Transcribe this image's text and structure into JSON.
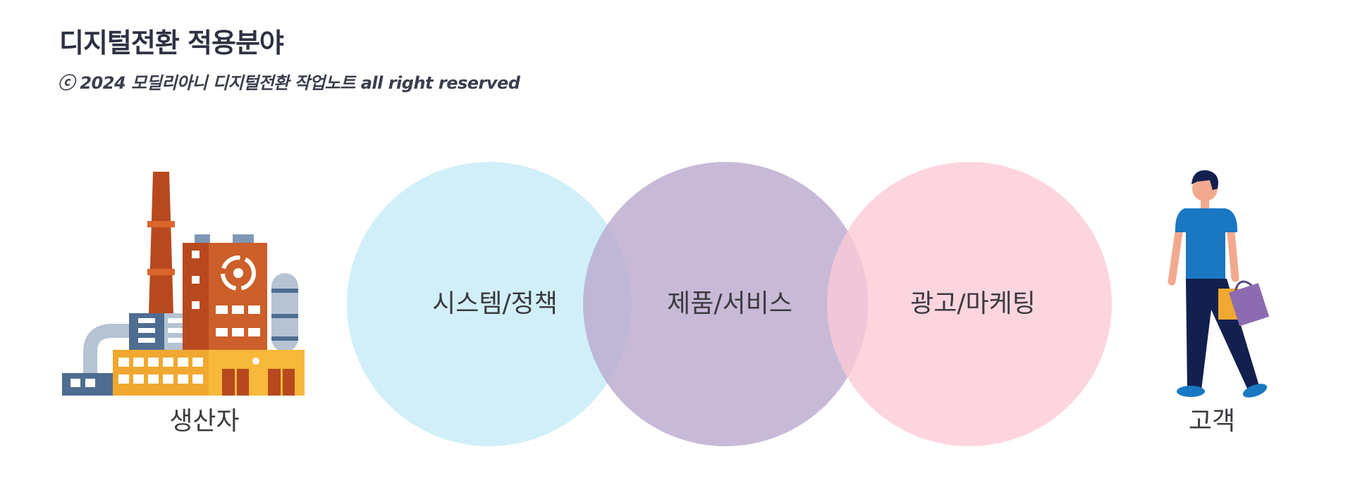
{
  "header": {
    "title": "디지털전환 적용분야",
    "subtitle": "ⓒ 2024 모딜리아니 디지털전환 작업노트 all right reserved"
  },
  "diagram": {
    "producer_label": "생산자",
    "customer_label": "고객",
    "circles": [
      {
        "label": "시스템/정책",
        "color": "#c9ecf7"
      },
      {
        "label": "제품/서비스",
        "color": "#b9a6cc"
      },
      {
        "label": "광고/마케팅",
        "color": "#fdc9d6"
      }
    ]
  },
  "colors": {
    "title": "#2d3142",
    "factory_brick": "#b8491f",
    "factory_yellow": "#f0a830",
    "factory_blue": "#4e6d91",
    "person_shirt": "#1a78c2",
    "person_pants": "#13204f",
    "bag_purple": "#8c6bb1"
  }
}
